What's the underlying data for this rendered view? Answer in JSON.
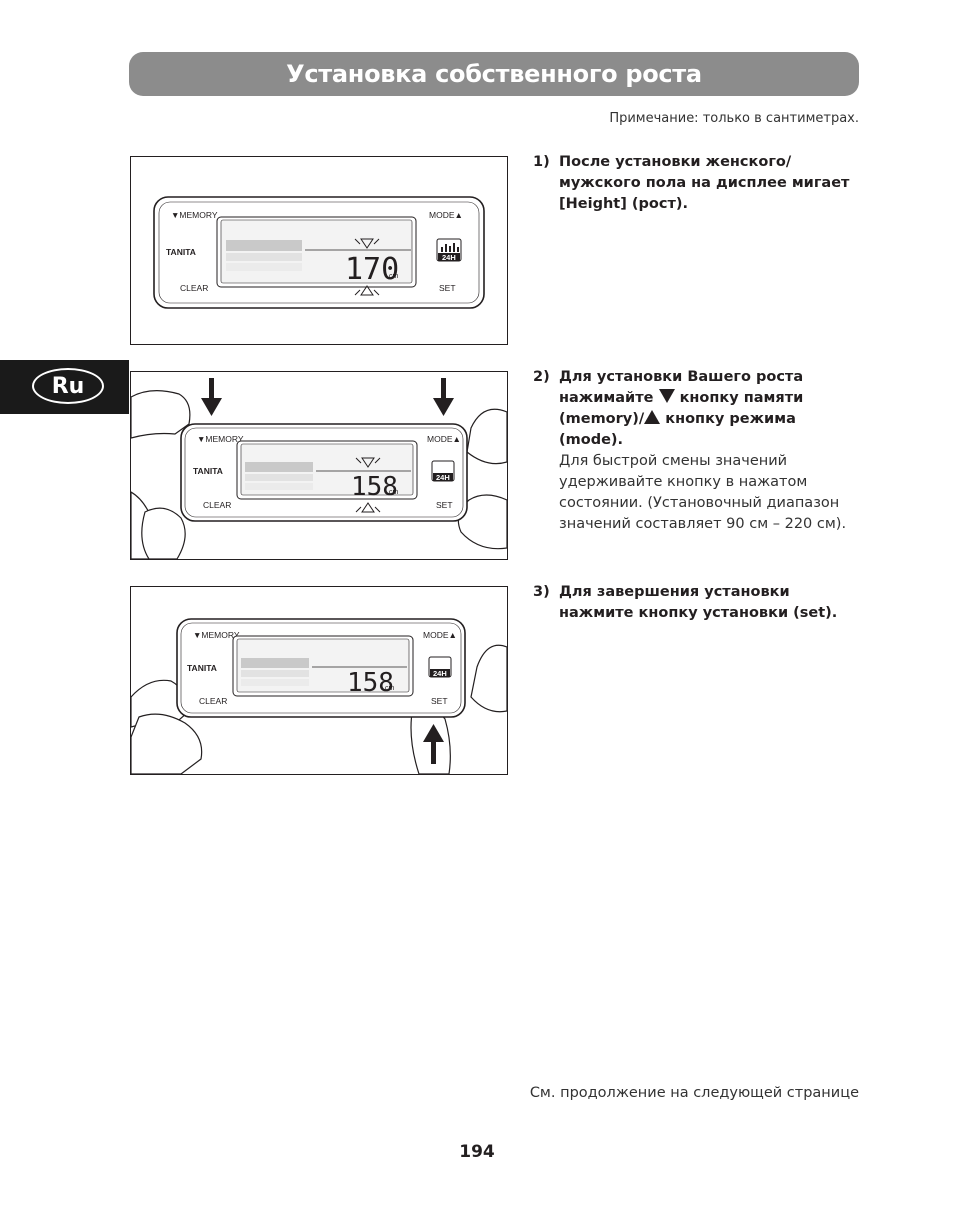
{
  "title": "Установка собственного роста",
  "note": "Примечание: только в сантиметрах.",
  "language_tab": "Ru",
  "device": {
    "memory_label": "▼MEMORY",
    "mode_label": "MODE▲",
    "brand": "TANITA",
    "clear_label": "CLEAR",
    "set_label": "SET",
    "unit": "cm",
    "tag_24h": "24H"
  },
  "figures": [
    {
      "display_value": "170",
      "blinking": true,
      "hands": false,
      "arrows": "none"
    },
    {
      "display_value": "158",
      "blinking": true,
      "hands": true,
      "arrows": "memory-and-mode"
    },
    {
      "display_value": "158",
      "blinking": false,
      "hands": true,
      "arrows": "set"
    }
  ],
  "steps": [
    {
      "num": "1)",
      "bold": "После установки женского/ мужского пола на дисплее мигает [Height] (рост)."
    },
    {
      "num": "2)",
      "bold_a": "Для установки Вашего роста нажимайте",
      "bold_b": "кнопку памяти (memory)/",
      "bold_c": "кнопку режима (mode).",
      "normal": "Для быстрой смены значений удерживайте кнопку в нажатом состоянии. (Установочный диапазон значений составляет 90 см – 220 см)."
    },
    {
      "num": "3)",
      "bold": "Для завершения установки нажмите кнопку установки (set)."
    }
  ],
  "continue_note": "См. продолжение на следующей странице",
  "page_number": "194"
}
